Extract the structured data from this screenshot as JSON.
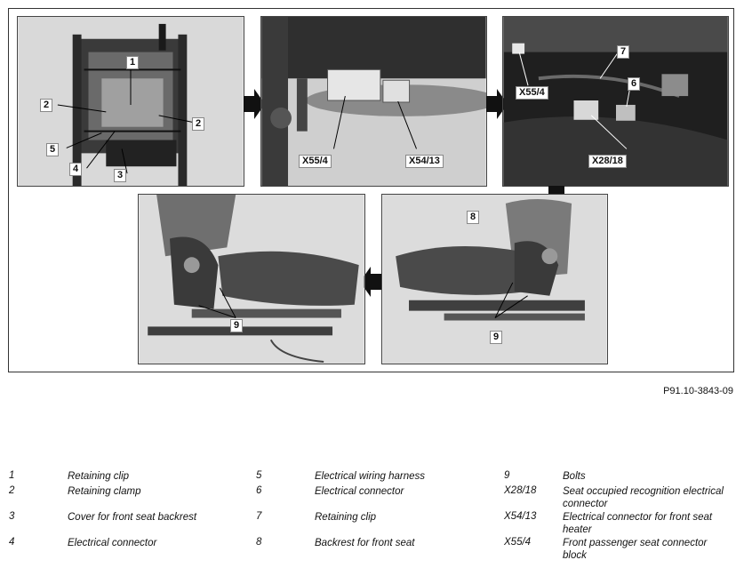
{
  "panels": {
    "top_left": {
      "callouts": [
        "1",
        "2",
        "2",
        "5",
        "4",
        "3"
      ]
    },
    "top_middle": {
      "callouts": [
        "X55/4",
        "X54/13"
      ]
    },
    "top_right": {
      "callouts": [
        "X55/4",
        "7",
        "6",
        "X28/18"
      ]
    },
    "bottom_right": {
      "callouts": [
        "8",
        "9"
      ]
    },
    "bottom_left": {
      "callouts": [
        "9"
      ]
    }
  },
  "figure_reference": "P91.10-3843-09",
  "legend": [
    [
      {
        "key": "1",
        "text": "Retaining clip"
      },
      {
        "key": "5",
        "text": "Electrical wiring harness"
      },
      {
        "key": "9",
        "text": "Bolts"
      }
    ],
    [
      {
        "key": "2",
        "text": "Retaining clamp"
      },
      {
        "key": "6",
        "text": "Electrical connector"
      },
      {
        "key": "X28/18",
        "text": "Seat occupied recognition electrical connector"
      }
    ],
    [
      {
        "key": "3",
        "text": "Cover for front seat backrest"
      },
      {
        "key": "7",
        "text": "Retaining clip"
      },
      {
        "key": "X54/13",
        "text": "Electrical connector for front seat heater"
      }
    ],
    [
      {
        "key": "4",
        "text": "Electrical connector"
      },
      {
        "key": "8",
        "text": "Backrest for front seat"
      },
      {
        "key": "X55/4",
        "text": "Front passenger seat connector block"
      }
    ]
  ],
  "colors": {
    "photo_dark": "#2a2a2a",
    "photo_mid": "#7a7a7a",
    "photo_light": "#c8c8c8",
    "arrow": "#111111"
  }
}
